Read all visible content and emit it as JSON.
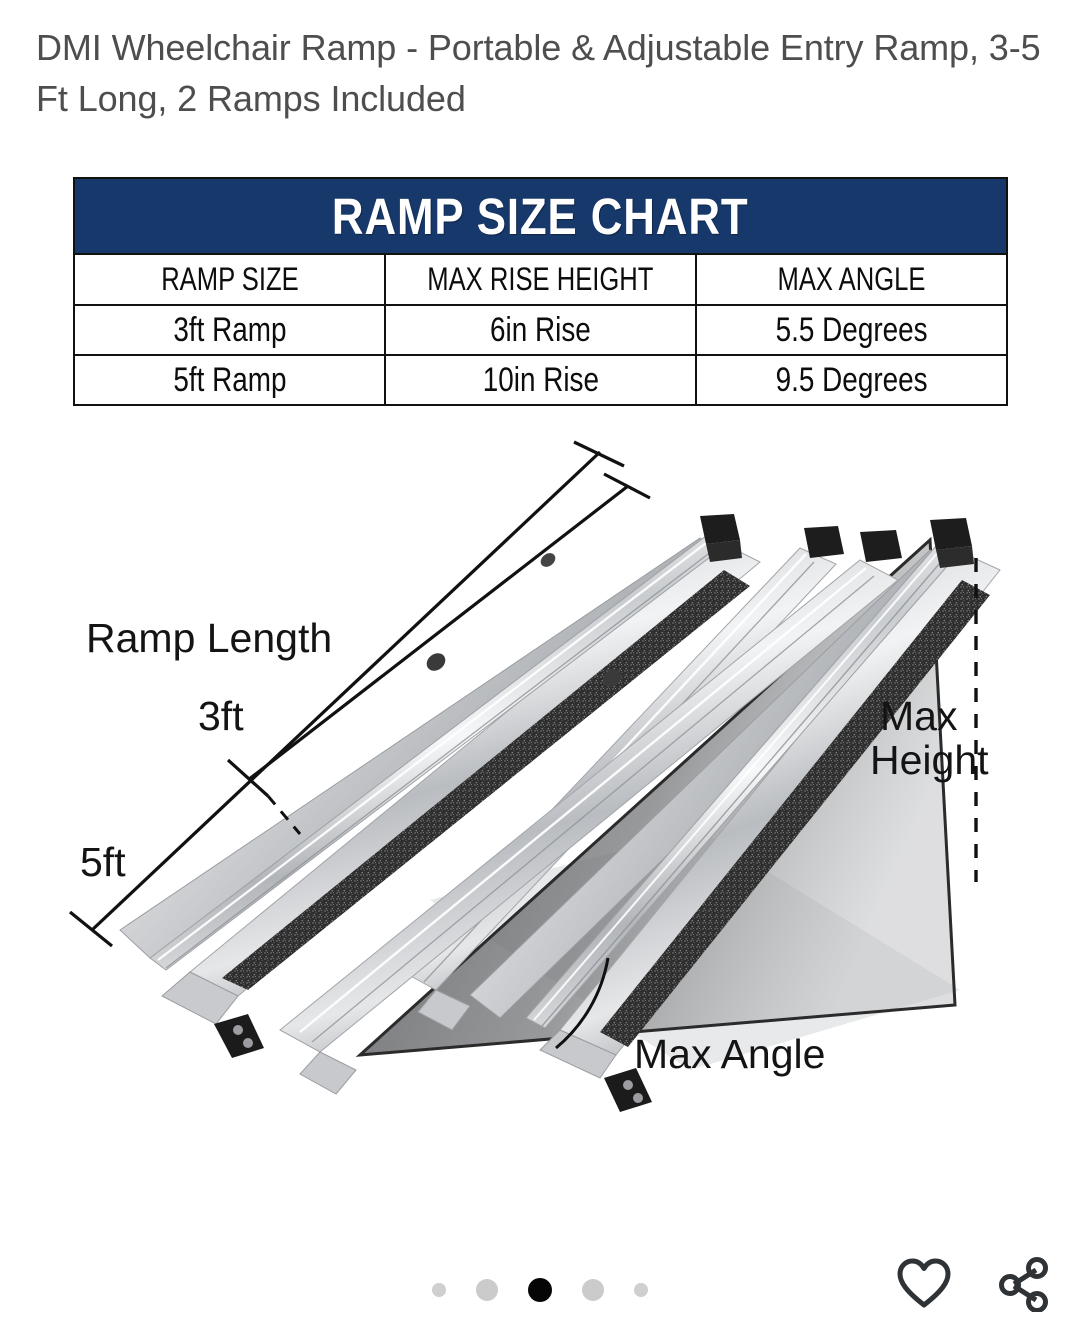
{
  "product": {
    "title": "DMI Wheelchair Ramp - Portable & Adjustable Entry Ramp, 3-5 Ft Long, 2 Ramps Included"
  },
  "chart": {
    "title": "RAMP SIZE CHART",
    "accent_color": "#17386a",
    "headers": [
      "RAMP SIZE",
      "MAX RISE HEIGHT",
      "MAX ANGLE"
    ],
    "rows": [
      {
        "size": "3ft Ramp",
        "rise": "6in Rise",
        "angle": "5.5 Degrees"
      },
      {
        "size": "5ft Ramp",
        "rise": "10in Rise",
        "angle": "9.5 Degrees"
      }
    ]
  },
  "diagram": {
    "labels": {
      "ramp_length": "Ramp Length",
      "len_short": "3ft",
      "len_long": "5ft",
      "max_height_line1": "Max",
      "max_height_line2": "Height",
      "max_angle": "Max Angle"
    }
  },
  "carousel": {
    "total_dots": 5,
    "active_index": 2
  },
  "actions": {
    "favorite_icon": "heart-icon",
    "share_icon": "share-icon"
  }
}
